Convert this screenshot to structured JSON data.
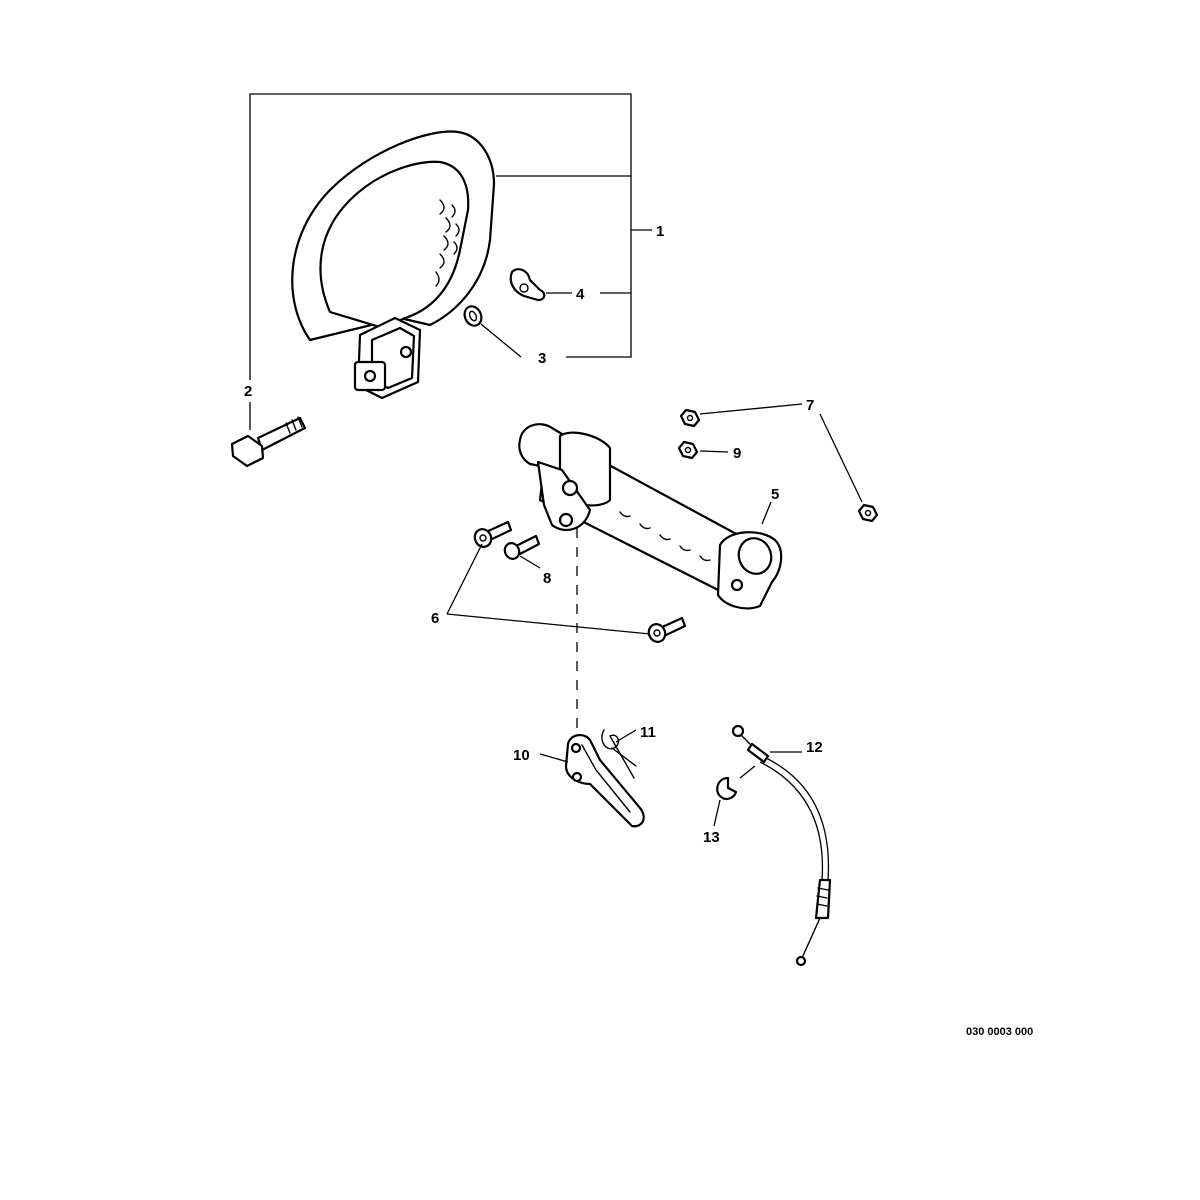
{
  "callouts": [
    "1",
    "2",
    "3",
    "4",
    "5",
    "6",
    "7",
    "8",
    "9",
    "10",
    "11",
    "12",
    "13"
  ],
  "drawing_code": "030 0003 000",
  "colors": {
    "line": "#000000",
    "background": "#ffffff"
  }
}
